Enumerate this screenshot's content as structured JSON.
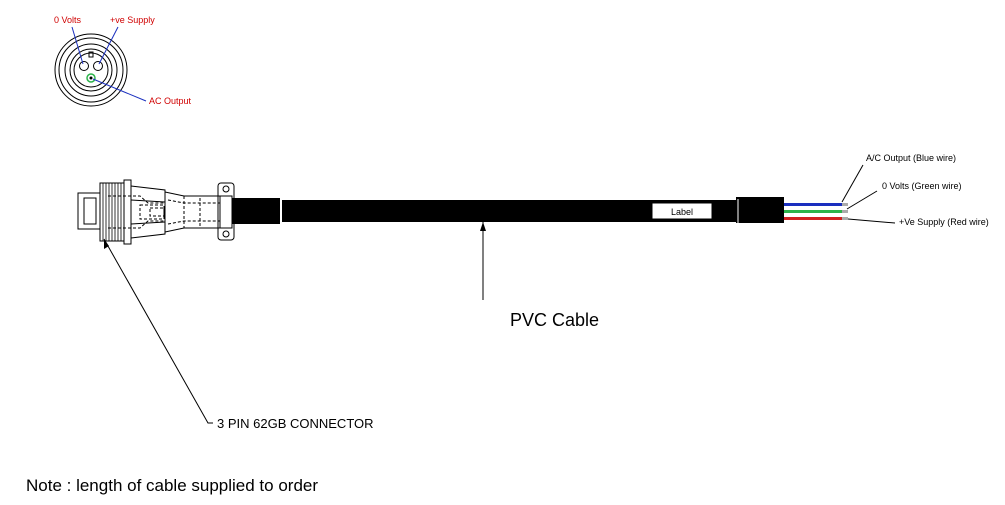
{
  "pin_view": {
    "zero_volts_label": "0 Volts",
    "supply_label": "+ve Supply",
    "ac_output_label": "AC Output"
  },
  "wires": {
    "blue_label": "A/C Output (Blue wire)",
    "green_label": "0 Volts  (Green wire)",
    "red_label": "+Ve Supply (Red wire)",
    "blue_color": "#1a2fbf",
    "green_color": "#2bb34a",
    "red_color": "#d02020"
  },
  "cable": {
    "label_tag": "Label",
    "pvc_label": "PVC Cable"
  },
  "connector": {
    "label": "3 PIN 62GB CONNECTOR"
  },
  "note": "Note : length of cable supplied to order"
}
